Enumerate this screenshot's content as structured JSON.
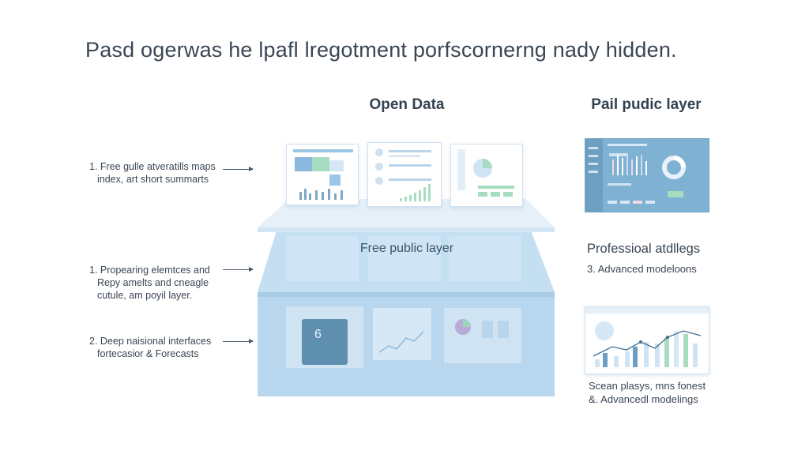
{
  "headline": "Pasd ogerwas he lpafl lregotment porfscornerng nady hidden.",
  "columns": {
    "open_title": "Open Data",
    "paid_title": "Pail pudic layer"
  },
  "pyramid": {
    "free_layer_label": "Free public layer"
  },
  "left_notes": [
    {
      "line1": "1. Free gulle atveratills maps",
      "line2": "index, art short summarts"
    },
    {
      "line1": "1. Propearing elemtces and",
      "line2": "Repy amelts and cneagle",
      "line3": "cutule, am poyil layer."
    },
    {
      "line1": "2. Deep naisional interfaces",
      "line2": "fortecasior & Forecasts"
    }
  ],
  "right_notes": {
    "professional_title": "Professioal atdllegs",
    "professional_sub": "3. Advanced modeloons",
    "bottom_line1": "Scean plasys, mns fonest",
    "bottom_line2": "&. Advancedl modelings"
  },
  "colors": {
    "layer_top": "#e7f1fa",
    "layer_mid": "#bfdaf0",
    "layer_base": "#b4d4ee",
    "accent_blue": "#8fbde0",
    "accent_green": "#a8dcc0",
    "dashboard_dark": "#7fb1d3"
  }
}
